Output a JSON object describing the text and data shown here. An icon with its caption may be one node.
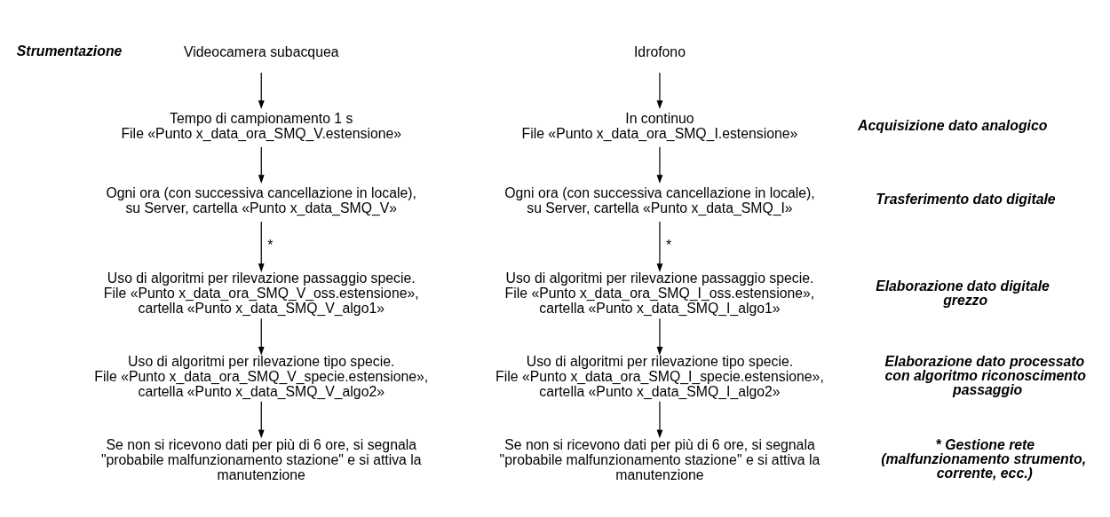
{
  "diagram": {
    "nodes": [
      {
        "text": [
          "Videocamera subacquea"
        ]
      },
      {
        "text": [
          "Idrofono"
        ]
      },
      {
        "text": [
          "Tempo di campionamento 1 s",
          "File «Punto x_data_ora_SMQ_V.estensione»"
        ]
      },
      {
        "text": [
          "In continuo",
          "File «Punto x_data_ora_SMQ_I.estensione»"
        ]
      },
      {
        "text": [
          "Ogni ora (con successiva cancellazione in locale), su Server, cartella «Punto x_data_SMQ_V»"
        ]
      },
      {
        "text": [
          "Ogni ora (con successiva cancellazione in locale), su Server, cartella «Punto x_data_SMQ_I»"
        ]
      },
      {
        "text": [
          "Uso di algoritmi per rilevazione passaggio specie.",
          "File «Punto x_data_ora_SMQ_V_oss.estensione», cartella «Punto x_data_SMQ_V_algo1»"
        ]
      },
      {
        "text": [
          "Uso di algoritmi per rilevazione passaggio specie.",
          "File «Punto x_data_ora_SMQ_I_oss.estensione», cartella «Punto x_data_SMQ_I_algo1»"
        ]
      },
      {
        "text": [
          "Uso di algoritmi per rilevazione tipo specie.",
          "File «Punto x_data_ora_SMQ_V_specie.estensione», cartella «Punto x_data_SMQ_V_algo2»"
        ]
      },
      {
        "text": [
          "Uso di algoritmi per rilevazione tipo specie.",
          "File «Punto x_data_ora_SMQ_I_specie.estensione», cartella «Punto x_data_SMQ_I_algo2»"
        ]
      },
      {
        "text": [
          "Se non si ricevono dati per più di 6 ore, si segnala \"probabile malfunzionamento stazione\" e si attiva la manutenzione"
        ]
      },
      {
        "text": [
          "Se non si ricevono dati per più di 6 ore, si segnala \"probabile malfunzionamento stazione\" e si attiva la manutenzione"
        ]
      }
    ],
    "edges": [
      {
        "from": 0,
        "to": 2,
        "arrow": "to"
      },
      {
        "from": 2,
        "to": 4,
        "arrow": "to"
      },
      {
        "from": 4,
        "to": 6,
        "arrow": "to",
        "label": "*"
      },
      {
        "from": 6,
        "to": 8,
        "arrow": "to"
      },
      {
        "from": 8,
        "to": 10,
        "arrow": "to"
      },
      {
        "from": 1,
        "to": 3,
        "arrow": "to"
      },
      {
        "from": 3,
        "to": 5,
        "arrow": "to"
      },
      {
        "from": 5,
        "to": 7,
        "arrow": "to",
        "label": "*"
      },
      {
        "from": 7,
        "to": 9,
        "arrow": "to"
      },
      {
        "from": 9,
        "to": 11,
        "arrow": "to"
      }
    ],
    "labels": [
      "Strumentazione",
      "Acquisizione dato analogico",
      "Trasferimento dato digitale",
      "Elaborazione dato digitale grezzo",
      "Elaborazione dato processato con algoritmo riconoscimento passaggio",
      "* Gestione rete (malfunzionamento strumento, corrente, ecc.)"
    ]
  }
}
